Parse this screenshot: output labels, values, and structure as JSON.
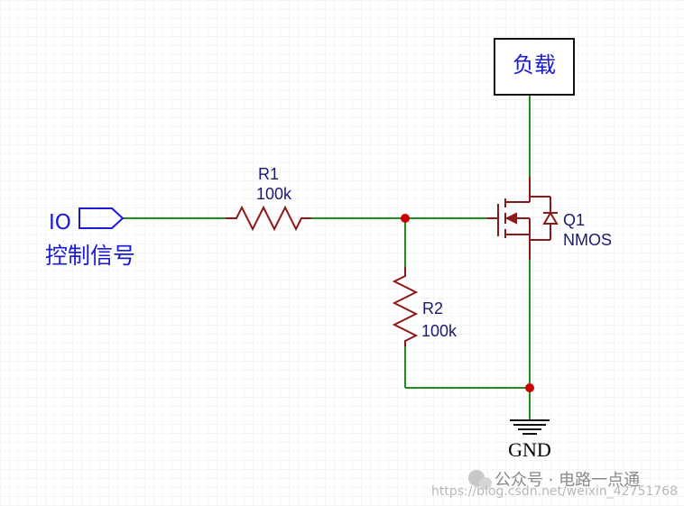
{
  "io_port": {
    "text": "IO",
    "caption": "控制信号"
  },
  "resistor_r1": {
    "ref": "R1",
    "value": "100k"
  },
  "resistor_r2": {
    "ref": "R2",
    "value": "100k"
  },
  "mosfet_q1": {
    "ref": "Q1",
    "type": "NMOS"
  },
  "load": {
    "label": "负载"
  },
  "ground": {
    "label": "GND"
  },
  "watermark": {
    "url": "https://blog.csdn.net/weixin_42751768",
    "account": "公众号 · 电路一点通"
  },
  "colors": {
    "wire": "#1f8f1f",
    "component": "#8b1a1a",
    "junction": "#cc0000",
    "port": "#1a1ad6",
    "grid": "#e6e6e6"
  }
}
